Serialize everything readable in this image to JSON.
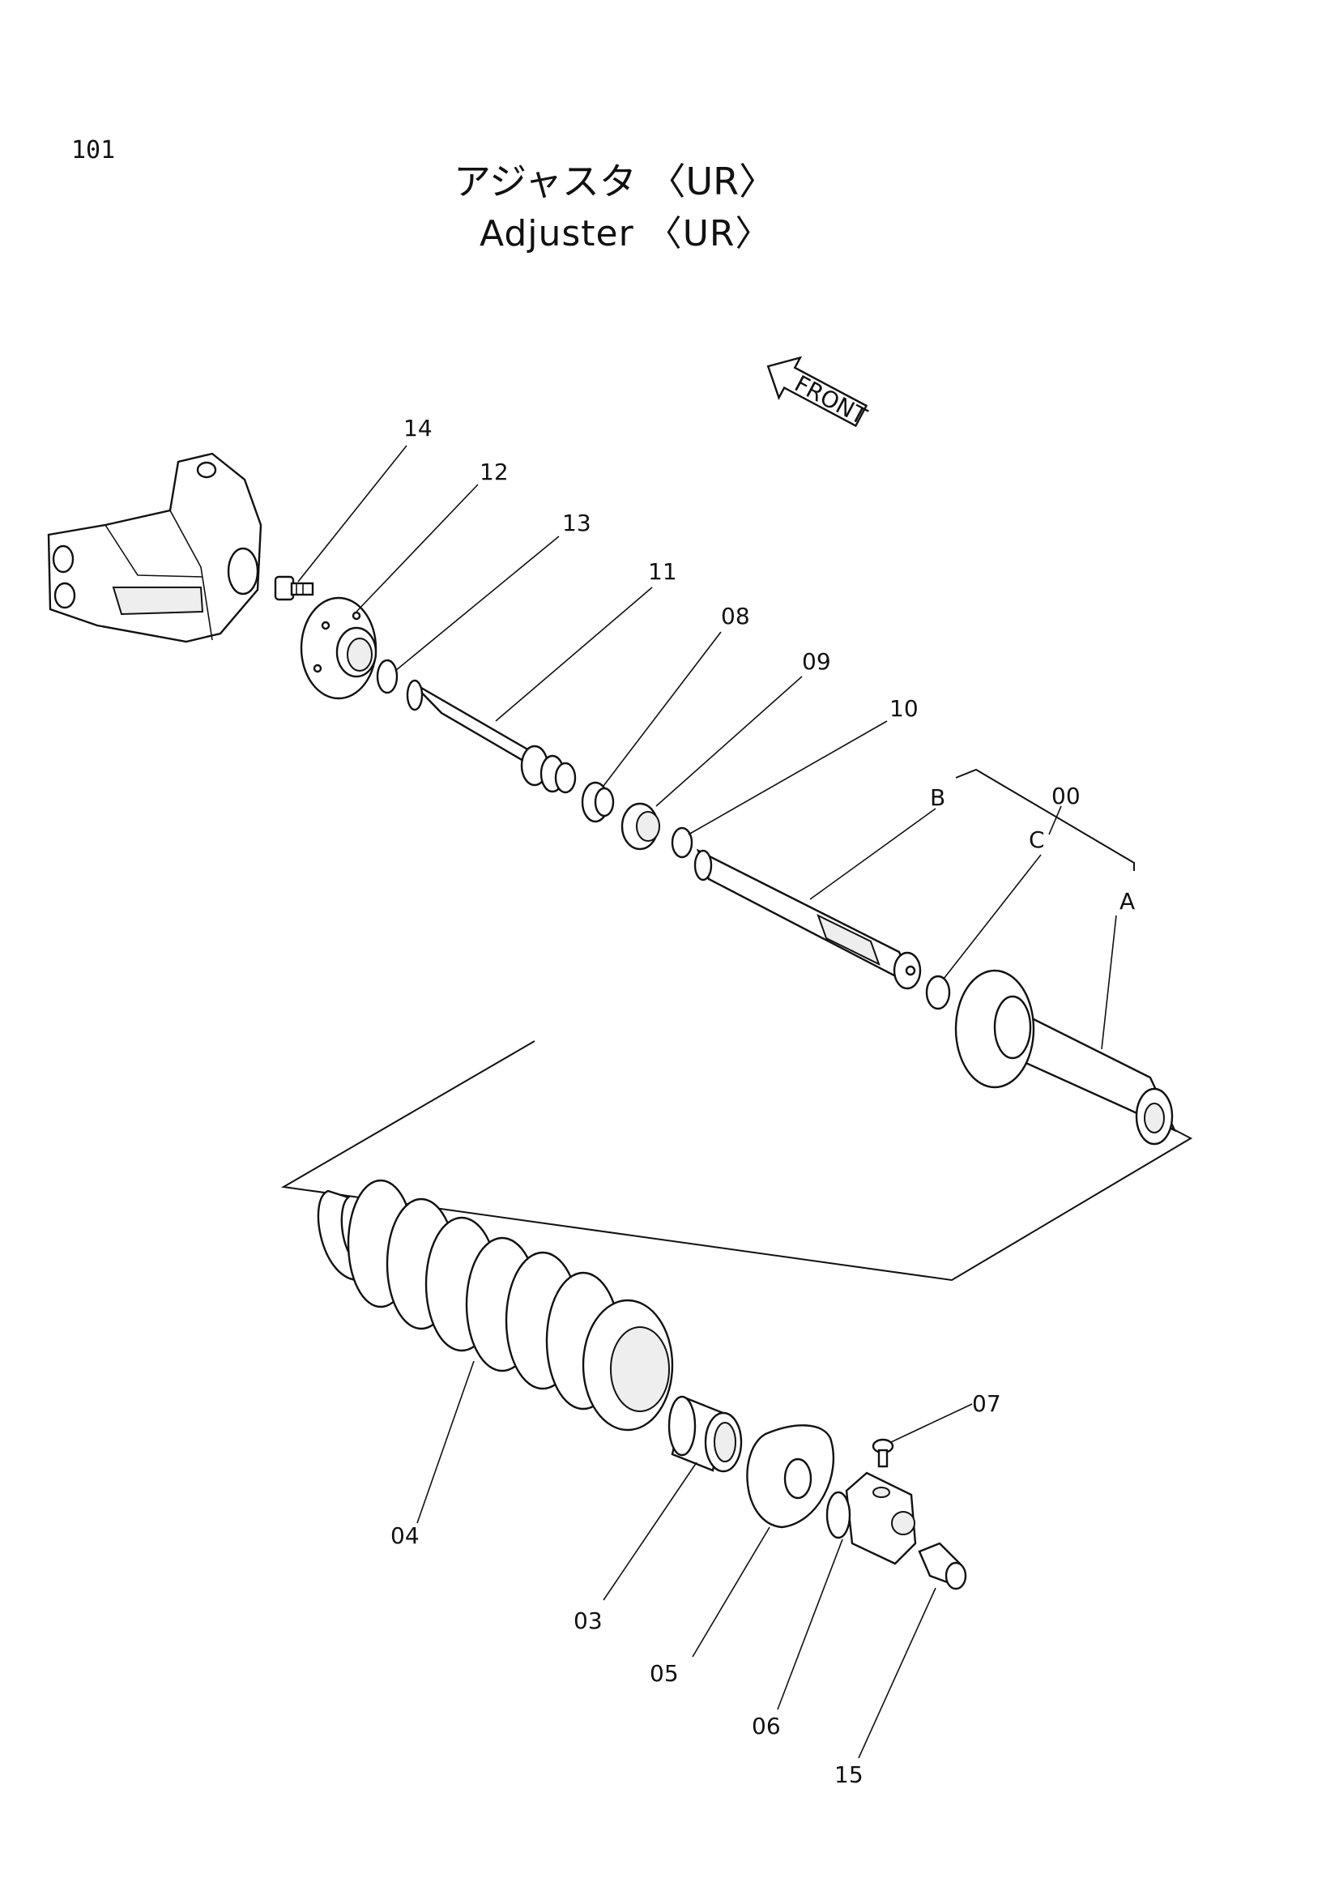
{
  "page": {
    "number": "101",
    "title_ja": "アジャスタ 〈UR〉",
    "title_en": "Adjuster 〈UR〉"
  },
  "front_marker": "FRONT",
  "callouts": {
    "p00": "00",
    "p03": "03",
    "p04": "04",
    "p05": "05",
    "p06": "06",
    "p07": "07",
    "p08": "08",
    "p09": "09",
    "p10": "10",
    "p11": "11",
    "p12": "12",
    "p13": "13",
    "p14": "14",
    "p15": "15",
    "A": "A",
    "B": "B",
    "C": "C"
  }
}
